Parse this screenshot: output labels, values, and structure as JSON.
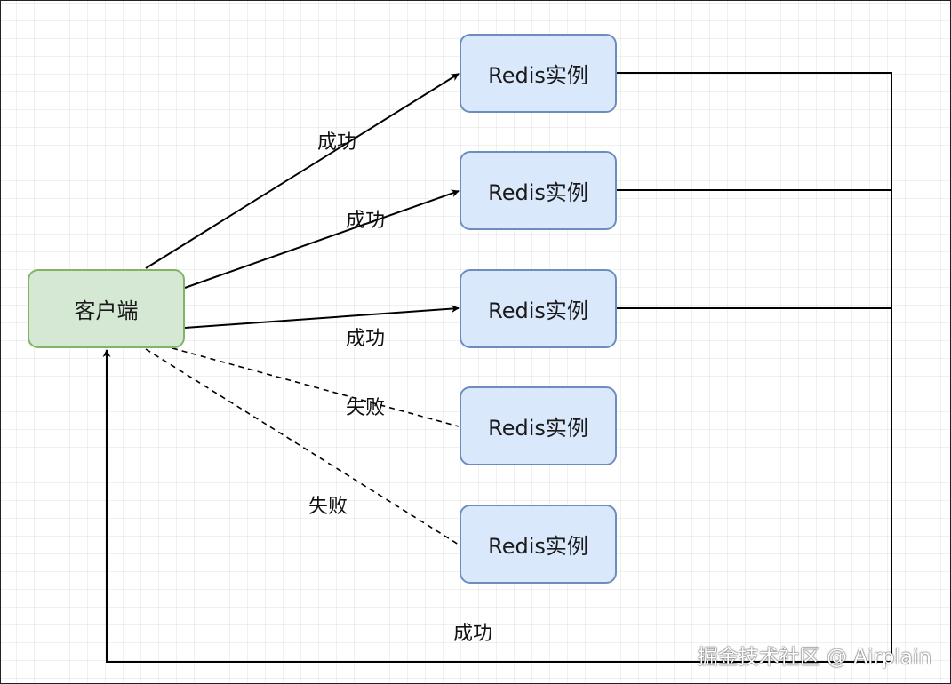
{
  "nodes": {
    "client": "客户端",
    "redis": [
      "Redis实例",
      "Redis实例",
      "Redis实例",
      "Redis实例",
      "Redis实例"
    ]
  },
  "edges": {
    "to_r1": "成功",
    "to_r2": "成功",
    "to_r3": "成功",
    "to_r4": "失败",
    "to_r5": "失败",
    "return": "成功"
  },
  "watermark": "掘金技术社区 @ Airplain"
}
